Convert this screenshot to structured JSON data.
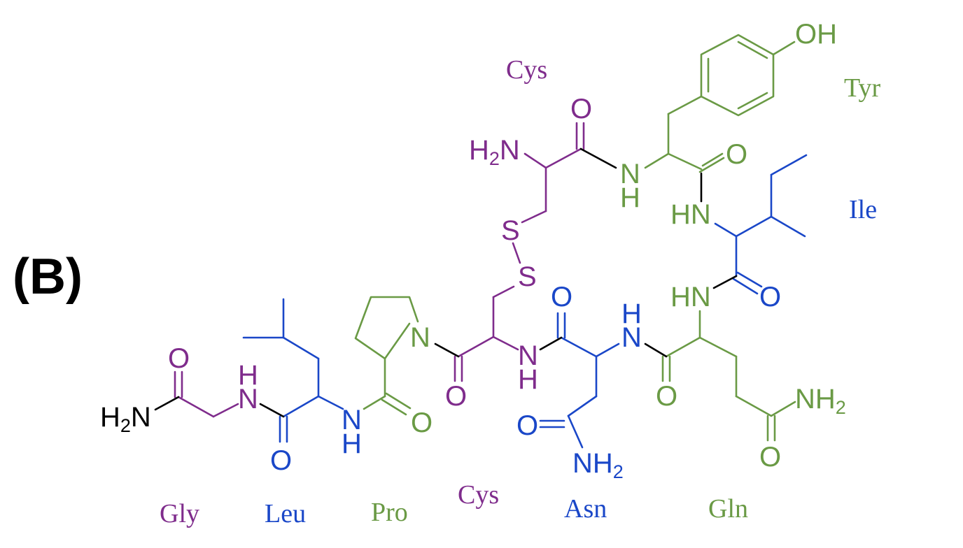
{
  "panel_label": "(B)",
  "colors": {
    "cys": "#7f2c8c",
    "tyr": "#6a9a45",
    "ile": "#1a47c8",
    "gln": "#6a9a45",
    "asn": "#1a47c8",
    "pro": "#6a9a45",
    "leu": "#1a47c8",
    "gly": "#7f2c8c",
    "terminal": "#000000"
  },
  "residues": {
    "cys_top": "Cys",
    "tyr": "Tyr",
    "ile": "Ile",
    "gly": "Gly",
    "leu": "Leu",
    "pro": "Pro",
    "cys_bottom": "Cys",
    "asn": "Asn",
    "gln": "Gln"
  },
  "atoms": {
    "oh": "OH",
    "o": "O",
    "n": "N",
    "h": "H",
    "hn": "HN",
    "s": "S",
    "h2n_h": "H",
    "h2n_sub": "2",
    "h2n_n": "N",
    "nh2_nh": "NH",
    "nh2_sub": "2"
  }
}
